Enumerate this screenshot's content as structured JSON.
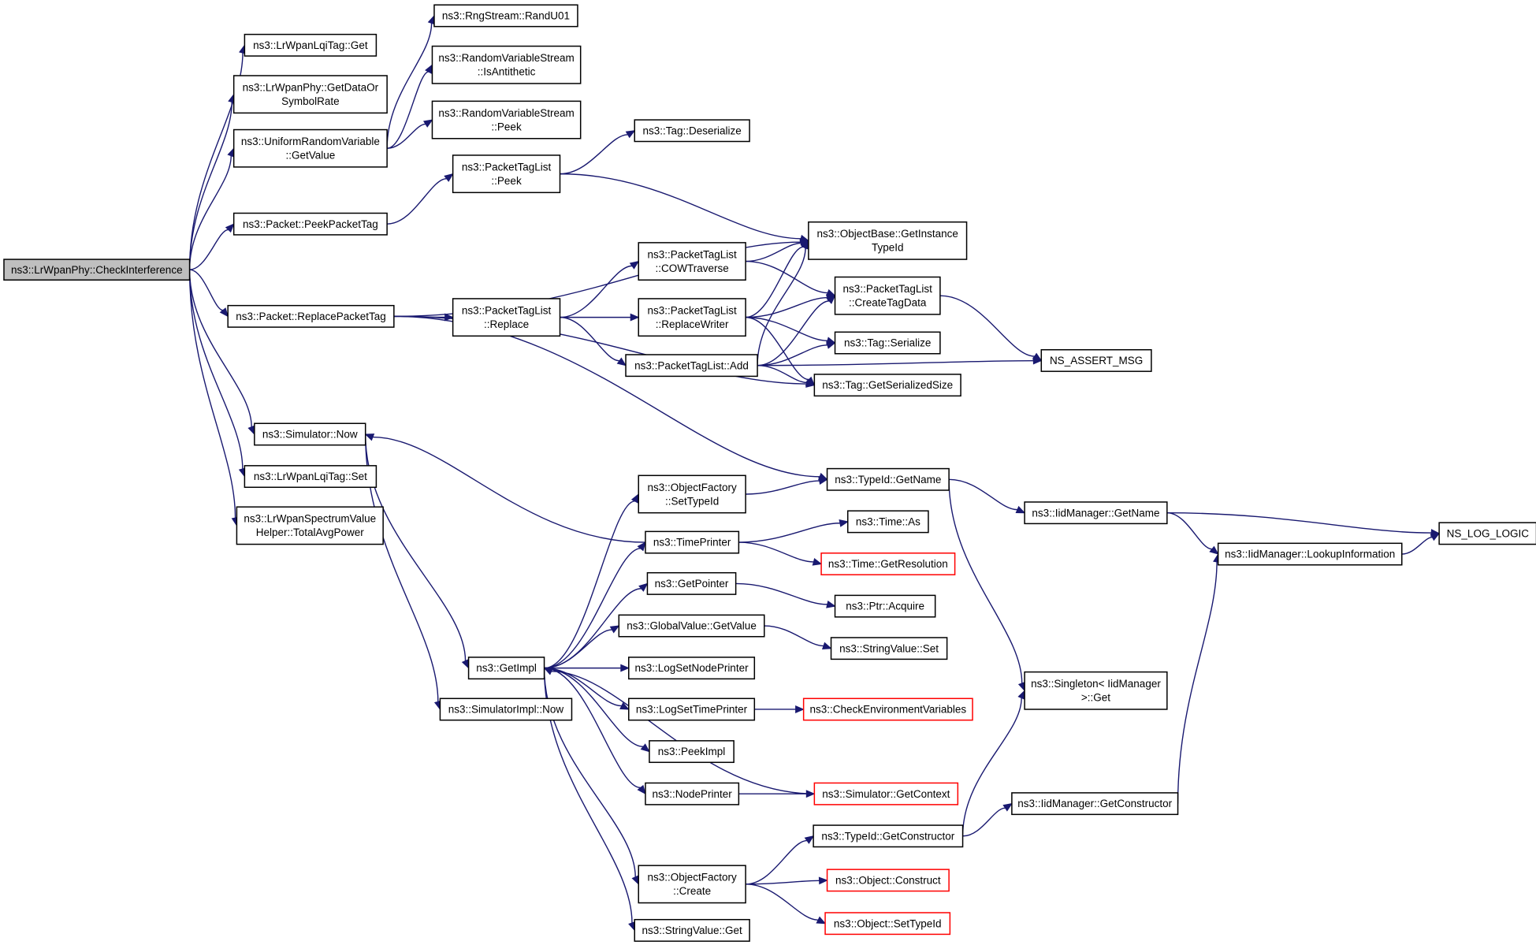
{
  "colors": {
    "edge": "#191970",
    "node_border": "#000000",
    "node_fill": "#ffffff",
    "root_fill": "#bfbfbf",
    "truncated_border": "#ff0000"
  },
  "nodes": [
    {
      "id": "root",
      "lines": [
        "ns3::LrWpanPhy::CheckInterference"
      ],
      "kind": "root"
    },
    {
      "id": "lqiget",
      "lines": [
        "ns3::LrWpanLqiTag::Get"
      ],
      "kind": "normal"
    },
    {
      "id": "datarate",
      "lines": [
        "ns3::LrWpanPhy::GetDataOr",
        "SymbolRate"
      ],
      "kind": "normal"
    },
    {
      "id": "urvget",
      "lines": [
        "ns3::UniformRandomVariable",
        "::GetValue"
      ],
      "kind": "normal"
    },
    {
      "id": "peekpt",
      "lines": [
        "ns3::Packet::PeekPacketTag"
      ],
      "kind": "normal"
    },
    {
      "id": "replacept",
      "lines": [
        "ns3::Packet::ReplacePacketTag"
      ],
      "kind": "normal"
    },
    {
      "id": "simnow",
      "lines": [
        "ns3::Simulator::Now"
      ],
      "kind": "normal"
    },
    {
      "id": "lqiset",
      "lines": [
        "ns3::LrWpanLqiTag::Set"
      ],
      "kind": "normal"
    },
    {
      "id": "totalavg",
      "lines": [
        "ns3::LrWpanSpectrumValue",
        "Helper::TotalAvgPower"
      ],
      "kind": "normal"
    },
    {
      "id": "randu01",
      "lines": [
        "ns3::RngStream::RandU01"
      ],
      "kind": "normal"
    },
    {
      "id": "isanti",
      "lines": [
        "ns3::RandomVariableStream",
        "::IsAntithetic"
      ],
      "kind": "normal"
    },
    {
      "id": "rvspeek",
      "lines": [
        "ns3::RandomVariableStream",
        "::Peek"
      ],
      "kind": "normal"
    },
    {
      "id": "ptlpeek",
      "lines": [
        "ns3::PacketTagList",
        "::Peek"
      ],
      "kind": "normal"
    },
    {
      "id": "tagdeser",
      "lines": [
        "ns3::Tag::Deserialize"
      ],
      "kind": "normal"
    },
    {
      "id": "obgit",
      "lines": [
        "ns3::ObjectBase::GetInstance",
        "TypeId"
      ],
      "kind": "normal"
    },
    {
      "id": "cow",
      "lines": [
        "ns3::PacketTagList",
        "::COWTraverse"
      ],
      "kind": "normal"
    },
    {
      "id": "ptlreplace",
      "lines": [
        "ns3::PacketTagList",
        "::Replace"
      ],
      "kind": "normal"
    },
    {
      "id": "rwriter",
      "lines": [
        "ns3::PacketTagList",
        "::ReplaceWriter"
      ],
      "kind": "normal"
    },
    {
      "id": "ptladd",
      "lines": [
        "ns3::PacketTagList::Add"
      ],
      "kind": "normal"
    },
    {
      "id": "ctd",
      "lines": [
        "ns3::PacketTagList",
        "::CreateTagData"
      ],
      "kind": "normal"
    },
    {
      "id": "tagser",
      "lines": [
        "ns3::Tag::Serialize"
      ],
      "kind": "normal"
    },
    {
      "id": "taggss",
      "lines": [
        "ns3::Tag::GetSerializedSize"
      ],
      "kind": "normal"
    },
    {
      "id": "assertmsg",
      "lines": [
        "NS_ASSERT_MSG"
      ],
      "kind": "normal"
    },
    {
      "id": "tidgetname",
      "lines": [
        "ns3::TypeId::GetName"
      ],
      "kind": "normal"
    },
    {
      "id": "ofsettid",
      "lines": [
        "ns3::ObjectFactory",
        "::SetTypeId"
      ],
      "kind": "normal"
    },
    {
      "id": "iidgetname",
      "lines": [
        "ns3::IidManager::GetName"
      ],
      "kind": "normal"
    },
    {
      "id": "nslog",
      "lines": [
        "NS_LOG_LOGIC"
      ],
      "kind": "normal"
    },
    {
      "id": "lookup",
      "lines": [
        "ns3::IidManager::LookupInformation"
      ],
      "kind": "normal"
    },
    {
      "id": "timeprinter",
      "lines": [
        "ns3::TimePrinter"
      ],
      "kind": "normal"
    },
    {
      "id": "timeas",
      "lines": [
        "ns3::Time::As"
      ],
      "kind": "normal"
    },
    {
      "id": "timeres",
      "lines": [
        "ns3::Time::GetResolution"
      ],
      "kind": "truncated"
    },
    {
      "id": "getpointer",
      "lines": [
        "ns3::GetPointer"
      ],
      "kind": "normal"
    },
    {
      "id": "ptracq",
      "lines": [
        "ns3::Ptr::Acquire"
      ],
      "kind": "normal"
    },
    {
      "id": "gvgetvalue",
      "lines": [
        "ns3::GlobalValue::GetValue"
      ],
      "kind": "normal"
    },
    {
      "id": "svset",
      "lines": [
        "ns3::StringValue::Set"
      ],
      "kind": "normal"
    },
    {
      "id": "getimpl",
      "lines": [
        "ns3::GetImpl"
      ],
      "kind": "normal"
    },
    {
      "id": "lsnp",
      "lines": [
        "ns3::LogSetNodePrinter"
      ],
      "kind": "normal"
    },
    {
      "id": "lstp",
      "lines": [
        "ns3::LogSetTimePrinter"
      ],
      "kind": "normal"
    },
    {
      "id": "checkenv",
      "lines": [
        "ns3::CheckEnvironmentVariables"
      ],
      "kind": "truncated"
    },
    {
      "id": "singleton",
      "lines": [
        "ns3::Singleton< IidManager",
        " >::Get"
      ],
      "kind": "normal"
    },
    {
      "id": "simimplnow",
      "lines": [
        "ns3::SimulatorImpl::Now"
      ],
      "kind": "normal"
    },
    {
      "id": "peekimpl",
      "lines": [
        "ns3::PeekImpl"
      ],
      "kind": "normal"
    },
    {
      "id": "nodeprinter",
      "lines": [
        "ns3::NodePrinter"
      ],
      "kind": "normal"
    },
    {
      "id": "simgetctx",
      "lines": [
        "ns3::Simulator::GetContext"
      ],
      "kind": "truncated"
    },
    {
      "id": "iidgetctor",
      "lines": [
        "ns3::IidManager::GetConstructor"
      ],
      "kind": "normal"
    },
    {
      "id": "tidgetctor",
      "lines": [
        "ns3::TypeId::GetConstructor"
      ],
      "kind": "normal"
    },
    {
      "id": "ofcreate",
      "lines": [
        "ns3::ObjectFactory",
        "::Create"
      ],
      "kind": "normal"
    },
    {
      "id": "objconstruct",
      "lines": [
        "ns3::Object::Construct"
      ],
      "kind": "truncated"
    },
    {
      "id": "objsettid",
      "lines": [
        "ns3::Object::SetTypeId"
      ],
      "kind": "truncated"
    },
    {
      "id": "svget",
      "lines": [
        "ns3::StringValue::Get"
      ],
      "kind": "normal"
    }
  ],
  "edges": [
    [
      "root",
      "lqiget"
    ],
    [
      "root",
      "datarate"
    ],
    [
      "root",
      "urvget"
    ],
    [
      "root",
      "peekpt"
    ],
    [
      "root",
      "replacept"
    ],
    [
      "root",
      "simnow"
    ],
    [
      "root",
      "lqiset"
    ],
    [
      "root",
      "totalavg"
    ],
    [
      "urvget",
      "randu01"
    ],
    [
      "urvget",
      "isanti"
    ],
    [
      "urvget",
      "rvspeek"
    ],
    [
      "peekpt",
      "ptlpeek"
    ],
    [
      "ptlpeek",
      "tagdeser"
    ],
    [
      "ptlpeek",
      "obgit"
    ],
    [
      "replacept",
      "obgit"
    ],
    [
      "replacept",
      "ptlreplace"
    ],
    [
      "replacept",
      "taggss"
    ],
    [
      "replacept",
      "tidgetname"
    ],
    [
      "ptlreplace",
      "cow"
    ],
    [
      "ptlreplace",
      "rwriter"
    ],
    [
      "ptlreplace",
      "ptladd"
    ],
    [
      "cow",
      "obgit"
    ],
    [
      "cow",
      "ctd"
    ],
    [
      "rwriter",
      "obgit"
    ],
    [
      "rwriter",
      "ctd"
    ],
    [
      "rwriter",
      "tagser"
    ],
    [
      "rwriter",
      "taggss"
    ],
    [
      "ptladd",
      "obgit"
    ],
    [
      "ptladd",
      "ctd"
    ],
    [
      "ptladd",
      "tagser"
    ],
    [
      "ptladd",
      "taggss"
    ],
    [
      "ptladd",
      "assertmsg"
    ],
    [
      "ctd",
      "assertmsg"
    ],
    [
      "simnow",
      "getimpl"
    ],
    [
      "simnow",
      "simimplnow"
    ],
    [
      "timeprinter",
      "simnow"
    ],
    [
      "timeprinter",
      "timeas"
    ],
    [
      "timeprinter",
      "timeres"
    ],
    [
      "tidgetname",
      "iidgetname"
    ],
    [
      "tidgetname",
      "singleton"
    ],
    [
      "ofsettid",
      "tidgetname"
    ],
    [
      "iidgetname",
      "nslog"
    ],
    [
      "iidgetname",
      "lookup"
    ],
    [
      "lookup",
      "nslog"
    ],
    [
      "getimpl",
      "ofsettid"
    ],
    [
      "getimpl",
      "timeprinter"
    ],
    [
      "getimpl",
      "getpointer"
    ],
    [
      "getimpl",
      "gvgetvalue"
    ],
    [
      "getimpl",
      "lsnp"
    ],
    [
      "getimpl",
      "lstp"
    ],
    [
      "getimpl",
      "peekimpl"
    ],
    [
      "getimpl",
      "nodeprinter"
    ],
    [
      "getimpl",
      "ofcreate"
    ],
    [
      "getimpl",
      "svget"
    ],
    [
      "getpointer",
      "ptracq"
    ],
    [
      "gvgetvalue",
      "svset"
    ],
    [
      "lstp",
      "checkenv"
    ],
    [
      "nodeprinter",
      "simgetctx"
    ],
    [
      "simgetctx",
      "getimpl"
    ],
    [
      "ofcreate",
      "tidgetctor"
    ],
    [
      "ofcreate",
      "objconstruct"
    ],
    [
      "ofcreate",
      "objsettid"
    ],
    [
      "tidgetctor",
      "iidgetctor"
    ],
    [
      "tidgetctor",
      "singleton"
    ],
    [
      "iidgetctor",
      "lookup"
    ]
  ]
}
